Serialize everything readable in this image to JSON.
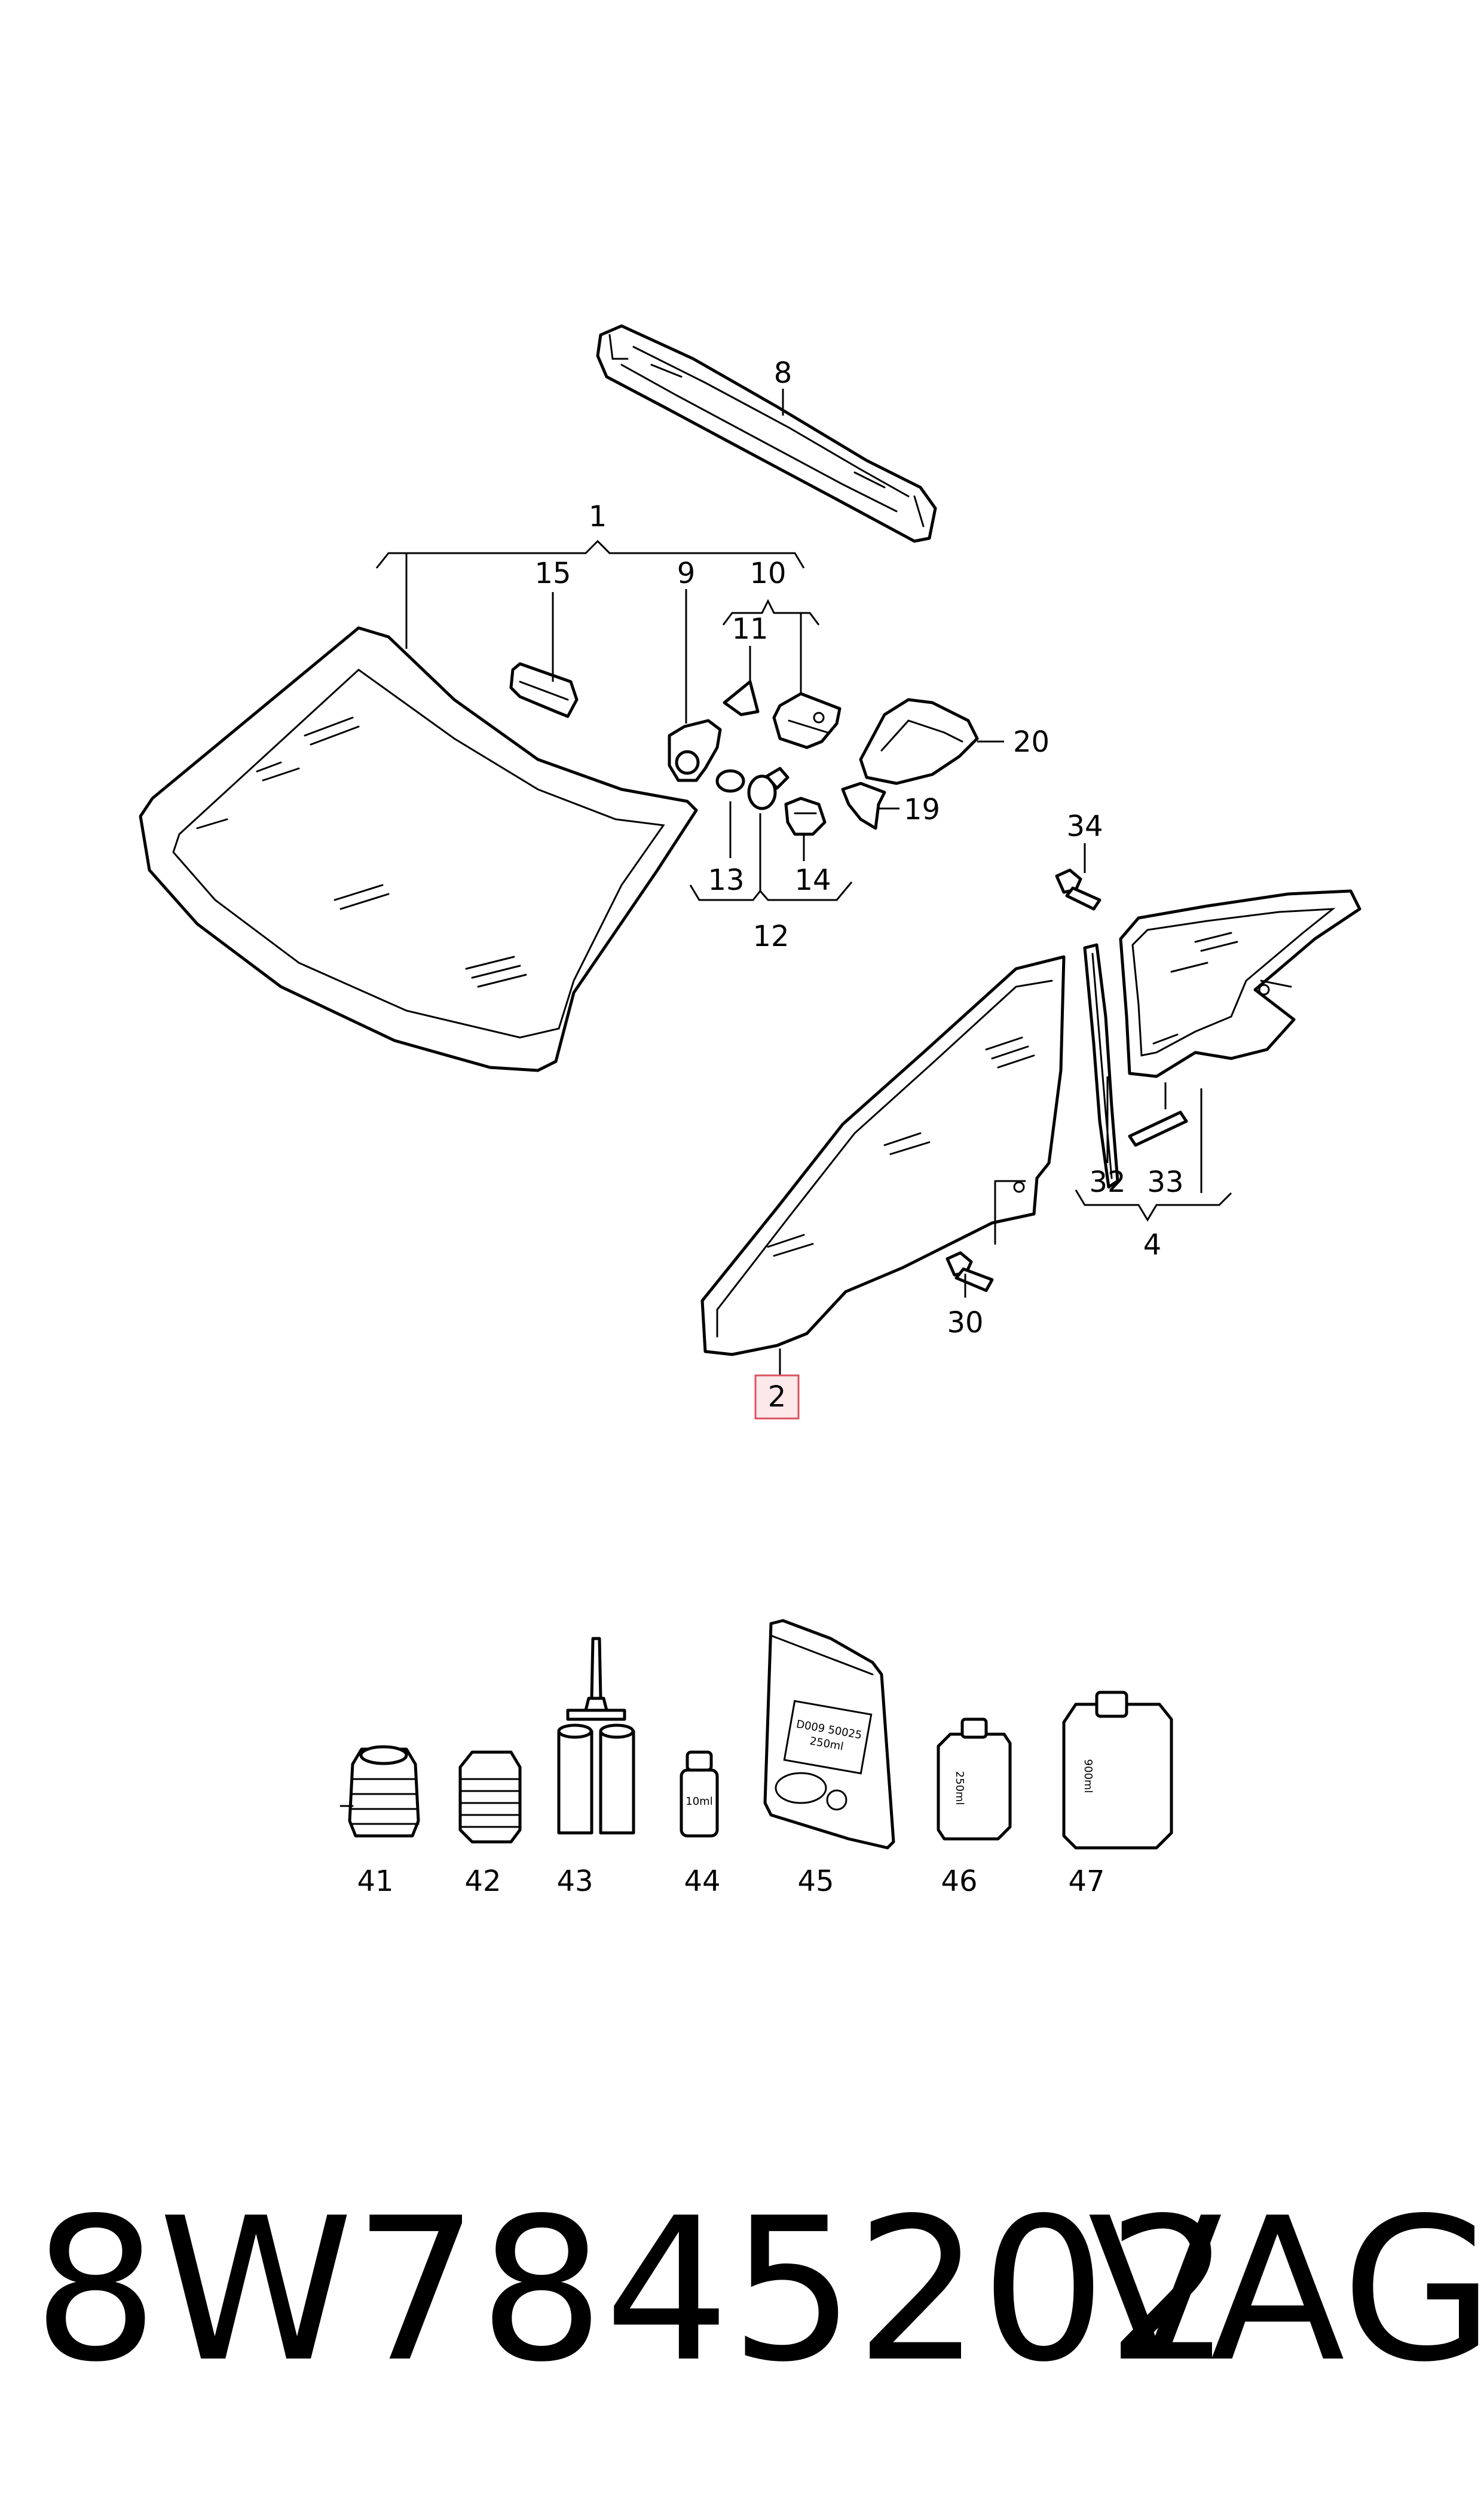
{
  "callouts": {
    "c1": "1",
    "c2": "2",
    "c4": "4",
    "c8": "8",
    "c9": "9",
    "c10": "10",
    "c11": "11",
    "c12": "12",
    "c13": "13",
    "c14": "14",
    "c15": "15",
    "c19": "19",
    "c20": "20",
    "c30": "30",
    "c32": "32",
    "c33": "33",
    "c34": "34",
    "c41": "41",
    "c42": "42",
    "c43": "43",
    "c44": "44",
    "c45": "45",
    "c46": "46",
    "c47": "47"
  },
  "labels": {
    "vial_44": "10ml",
    "bag_45_line1": "D009 50025",
    "bag_45_line2": "250ml",
    "bottle_46": "250ml",
    "bottle_47": "900ml"
  },
  "highlighted_callout": "2",
  "footer": {
    "part_number": "8W7845202",
    "brand": "VAG"
  }
}
